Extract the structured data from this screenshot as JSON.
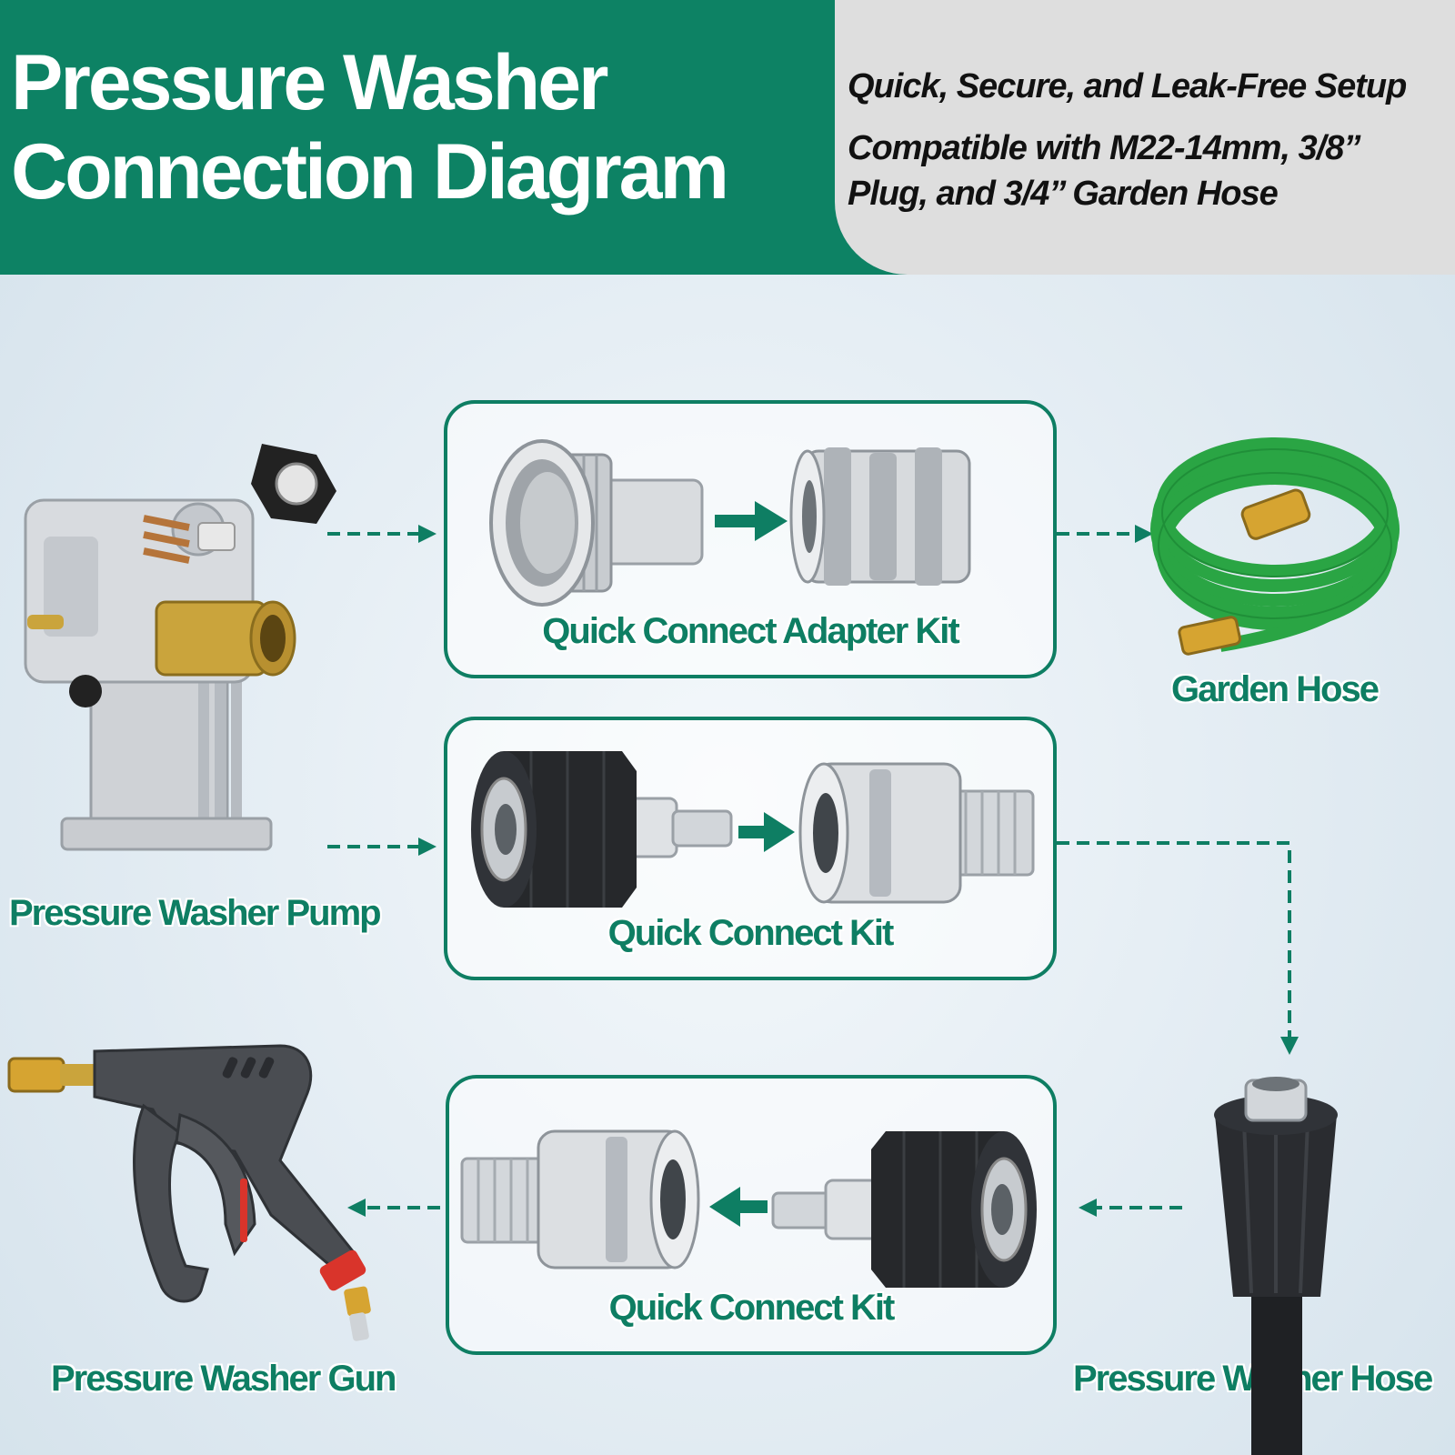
{
  "header": {
    "title_line1": "Pressure Washer",
    "title_line2": "Connection Diagram",
    "tagline1": "Quick, Secure, and Leak-Free Setup",
    "tagline2_line1": "Compatible with M22-14mm, 3/8’’",
    "tagline2_line2": "Plug, and 3/4’’ Garden Hose"
  },
  "components": {
    "pump": "Pressure Washer Pump",
    "garden_hose": "Garden Hose",
    "pressure_hose": "Pressure Washer Hose",
    "gun": "Pressure Washer Gun"
  },
  "kits": [
    {
      "label": "Quick Connect Adapter Kit"
    },
    {
      "label": "Quick Connect Kit"
    },
    {
      "label": "Quick Connect Kit"
    }
  ],
  "colors": {
    "brand_green": "#0d8264",
    "header_panel": "#dedede",
    "background": "#dde8f0"
  }
}
